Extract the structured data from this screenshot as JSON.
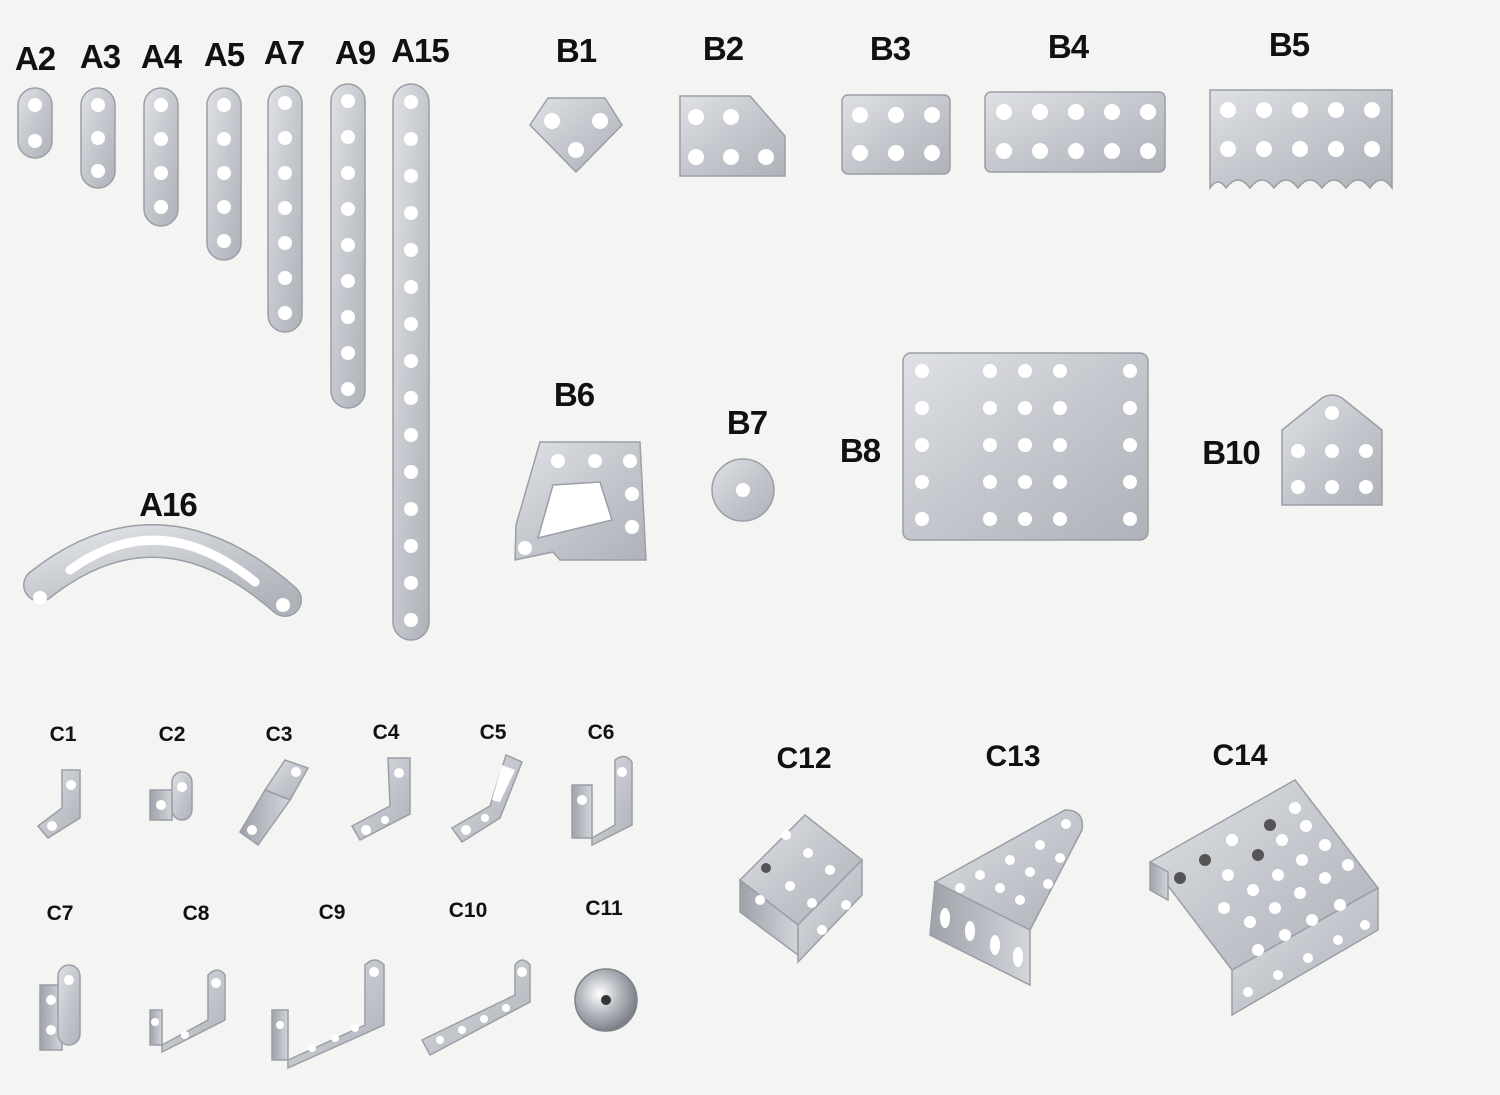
{
  "labels": {
    "A2": "A2",
    "A3": "A3",
    "A4": "A4",
    "A5": "A5",
    "A7": "A7",
    "A9": "A9",
    "A15": "A15",
    "A16": "A16",
    "B1": "B1",
    "B2": "B2",
    "B3": "B3",
    "B4": "B4",
    "B5": "B5",
    "B6": "B6",
    "B7": "B7",
    "B8": "B8",
    "B10": "B10",
    "C1": "C1",
    "C2": "C2",
    "C3": "C3",
    "C4": "C4",
    "C5": "C5",
    "C6": "C6",
    "C7": "C7",
    "C8": "C8",
    "C9": "C9",
    "C10": "C10",
    "C11": "C11",
    "C12": "C12",
    "C13": "C13",
    "C14": "C14"
  },
  "colors": {
    "background": "#f4f4f2",
    "metal": "#c9ccd2",
    "metal_edge": "#9a9ea6",
    "hole": "#ffffff",
    "text": "#111111"
  }
}
